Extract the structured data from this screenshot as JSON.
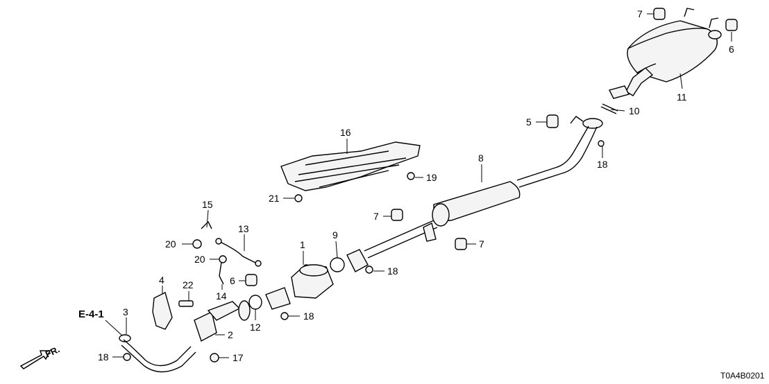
{
  "diagram_code": "T0A4B0201",
  "reference": "E-4-1",
  "direction": "FR.",
  "callouts": [
    {
      "id": "c7a",
      "label": "7"
    },
    {
      "id": "c6a",
      "label": "6"
    },
    {
      "id": "c11",
      "label": "11"
    },
    {
      "id": "c10",
      "label": "10"
    },
    {
      "id": "c5",
      "label": "5"
    },
    {
      "id": "c18a",
      "label": "18"
    },
    {
      "id": "c16",
      "label": "16"
    },
    {
      "id": "c19",
      "label": "19"
    },
    {
      "id": "c21",
      "label": "21"
    },
    {
      "id": "c8",
      "label": "8"
    },
    {
      "id": "c7b",
      "label": "7"
    },
    {
      "id": "c7c",
      "label": "7"
    },
    {
      "id": "c15",
      "label": "15"
    },
    {
      "id": "c13",
      "label": "13"
    },
    {
      "id": "c20a",
      "label": "20"
    },
    {
      "id": "c20b",
      "label": "20"
    },
    {
      "id": "c1",
      "label": "1"
    },
    {
      "id": "c9",
      "label": "9"
    },
    {
      "id": "c18b",
      "label": "18"
    },
    {
      "id": "c6b",
      "label": "6"
    },
    {
      "id": "c14",
      "label": "14"
    },
    {
      "id": "c4",
      "label": "4"
    },
    {
      "id": "c22",
      "label": "22"
    },
    {
      "id": "c12",
      "label": "12"
    },
    {
      "id": "c18c",
      "label": "18"
    },
    {
      "id": "c3",
      "label": "3"
    },
    {
      "id": "c2",
      "label": "2"
    },
    {
      "id": "c18d",
      "label": "18"
    },
    {
      "id": "c17",
      "label": "17"
    }
  ]
}
